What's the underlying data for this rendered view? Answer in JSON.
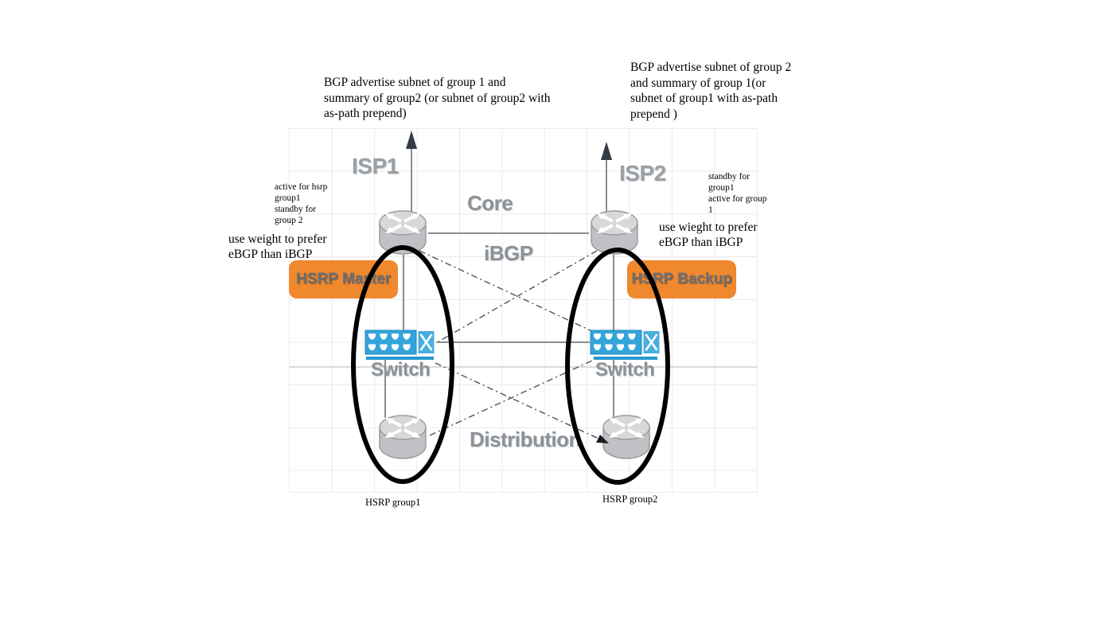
{
  "diagram": {
    "title_annotations": {
      "bgp_left": "BGP advertise subnet of group 1 and\nsummary of group2 (or subnet of group2 with\nas-path prepend)",
      "bgp_right": "BGP advertise subnet of group 2\nand summary of group 1(or\nsubnet of group1 with as-path\nprepend )"
    },
    "side_annotations": {
      "left_role": "active for hsrp\ngroup1\nstandby for\ngroup 2",
      "right_role": "standby for\ngroup1\nactive for group\n1",
      "weight_left": "use weight to prefer\neBGP than iBGP",
      "weight_right": "use wieght to prefer\neBGP than iBGP"
    },
    "node_labels": {
      "isp1": "ISP1",
      "isp2": "ISP2",
      "core": "Core",
      "ibgp": "iBGP",
      "distribution": "Distribution",
      "switch_left": "Switch",
      "switch_right": "Switch"
    },
    "callouts": {
      "hsrp_master": "HSRP Master",
      "hsrp_backup": "HSRP Backup"
    },
    "group_labels": {
      "group1": "HSRP group1",
      "group2": "HSRP group2"
    },
    "icons": {
      "router": "router-icon",
      "switch": "workgroup-switch-icon",
      "uplink_arrow": "up-arrow-icon",
      "group_ellipse": "ellipse-outline-icon"
    },
    "colors": {
      "callout_orange": "#f0882e",
      "switch_blue": "#33a5da",
      "label_gray": "#8d9298",
      "link_gray": "#8a8d90",
      "dashed_dark": "#4a5560",
      "grid_line": "#ebebeb",
      "ellipse_black": "#010101",
      "router_gray": "#c3c5c7"
    }
  }
}
